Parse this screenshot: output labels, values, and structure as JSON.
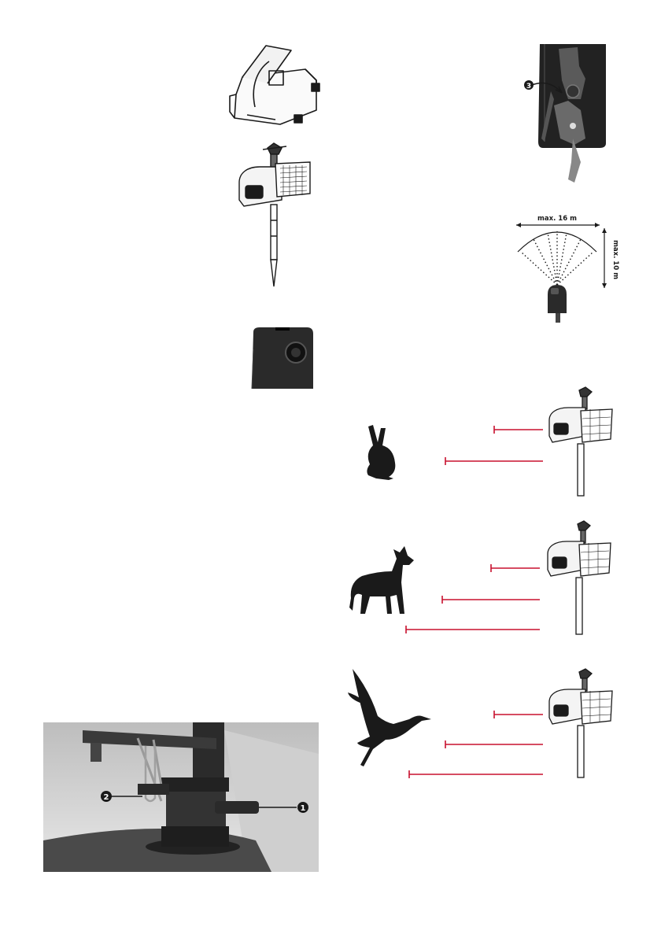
{
  "range_diagram": {
    "width_label": "max. 16 m",
    "depth_label": "max. 10 m"
  },
  "callouts": {
    "nozzle_adjust": "3",
    "clip": "2",
    "lever": "1"
  },
  "colors": {
    "ink": "#1a1a1a",
    "accent_red": "#c8102e",
    "photo_bg": "#d9d9d9"
  }
}
